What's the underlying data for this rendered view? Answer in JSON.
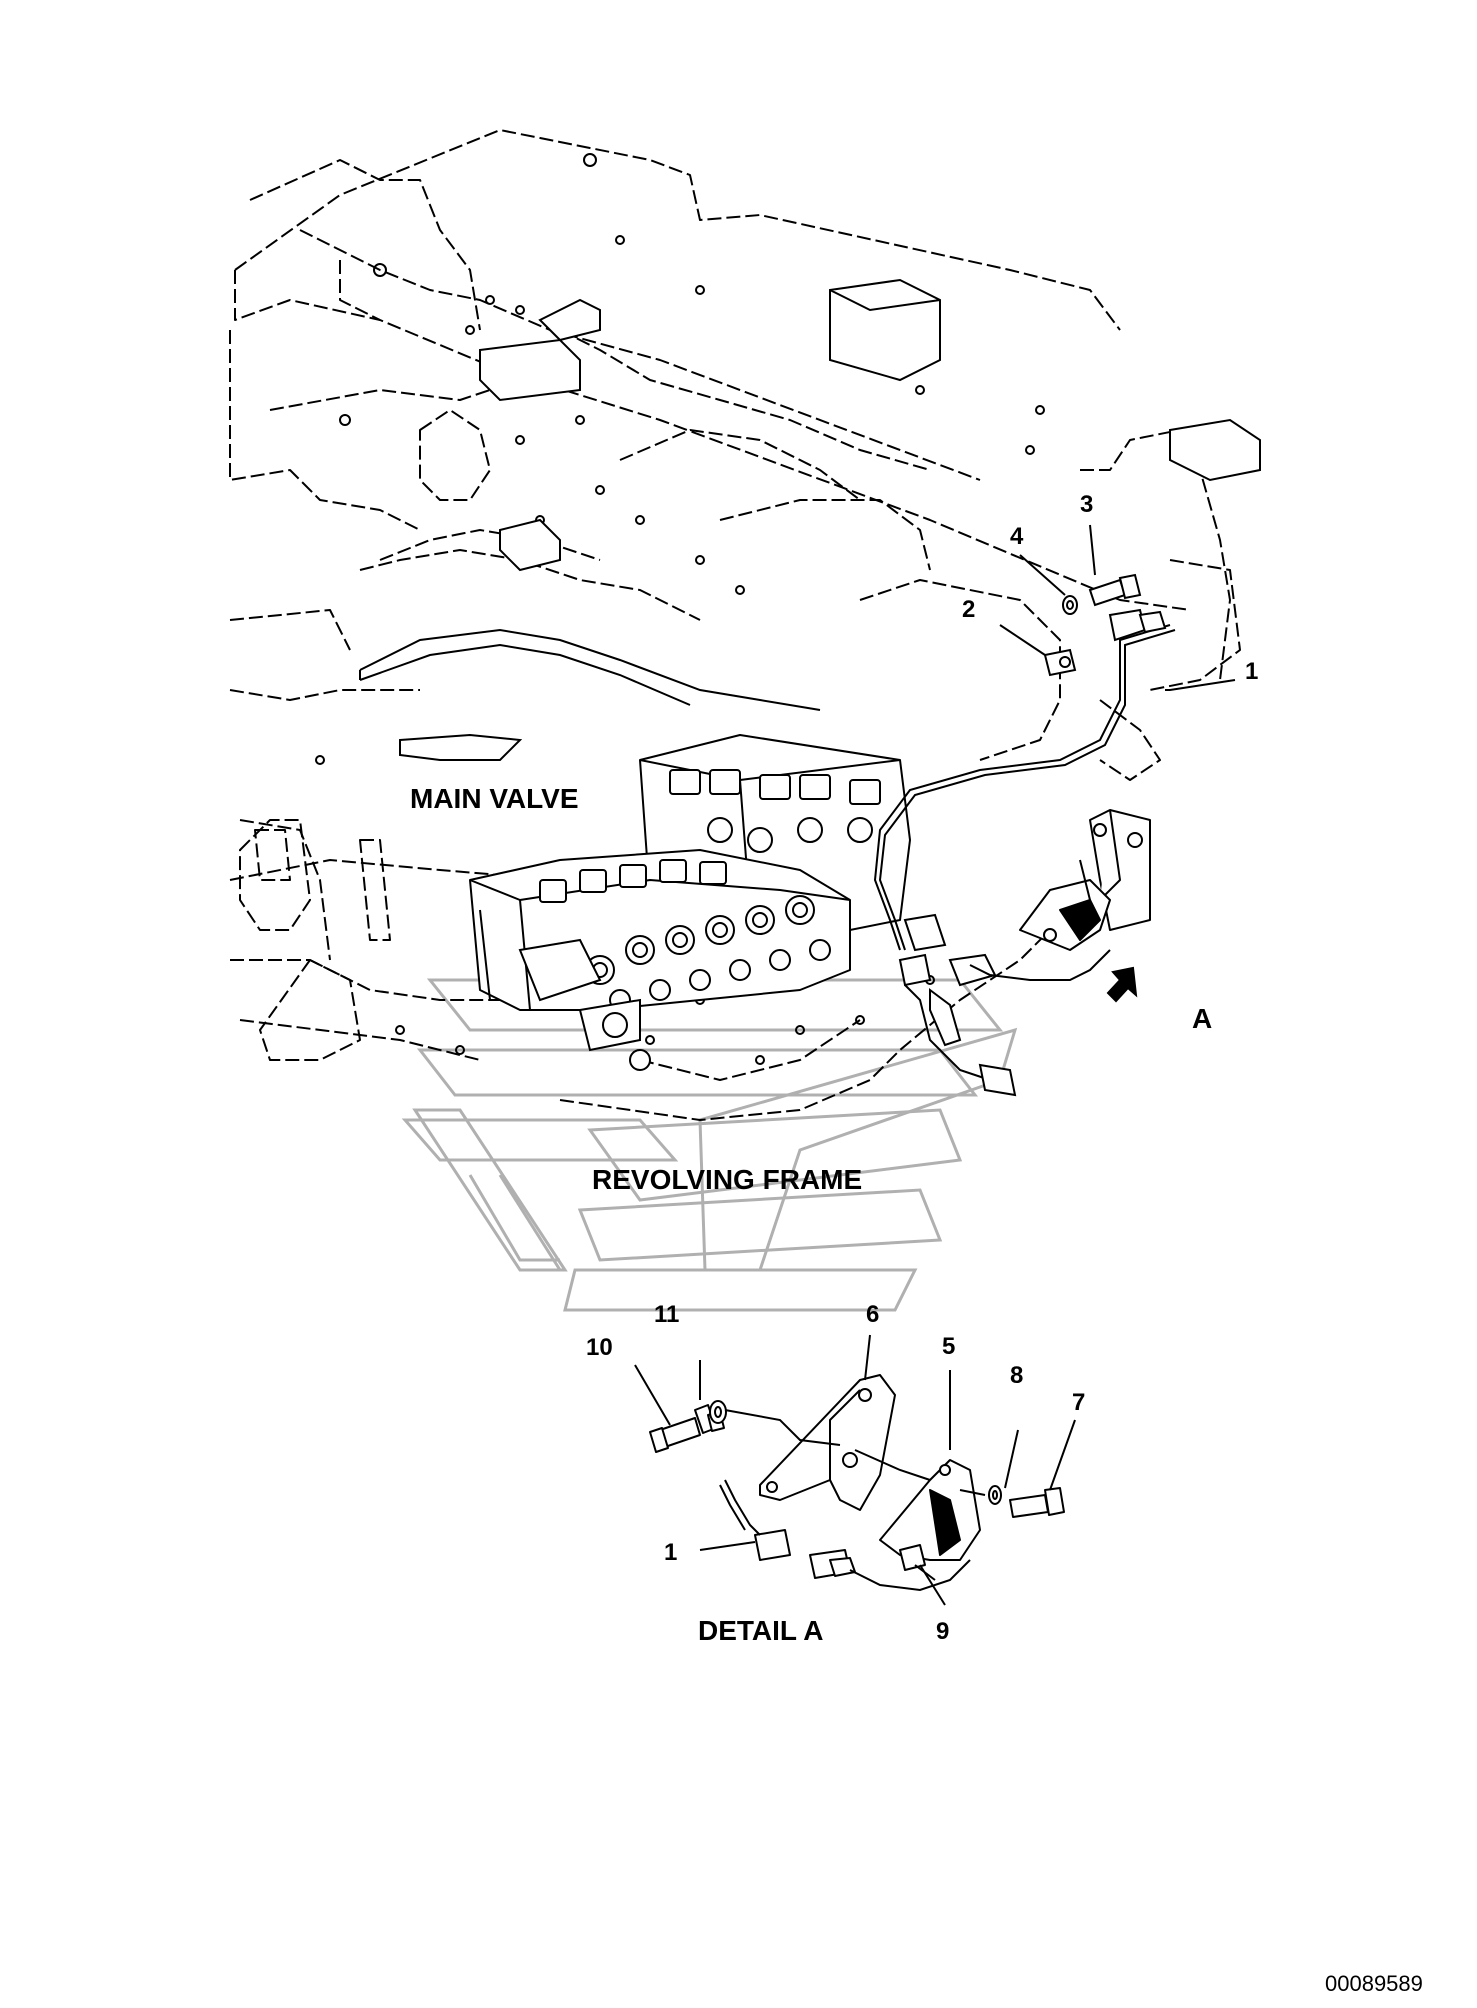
{
  "labels": {
    "main_valve": "MAIN VALVE",
    "revolving_frame": "REVOLVING FRAME",
    "view_a": "A",
    "detail_a": "DETAIL A"
  },
  "callouts": {
    "top": [
      "1",
      "2",
      "3",
      "4"
    ],
    "detail": [
      "1",
      "5",
      "6",
      "7",
      "8",
      "9",
      "10",
      "11"
    ]
  },
  "footer": {
    "document_id": "00089589"
  }
}
